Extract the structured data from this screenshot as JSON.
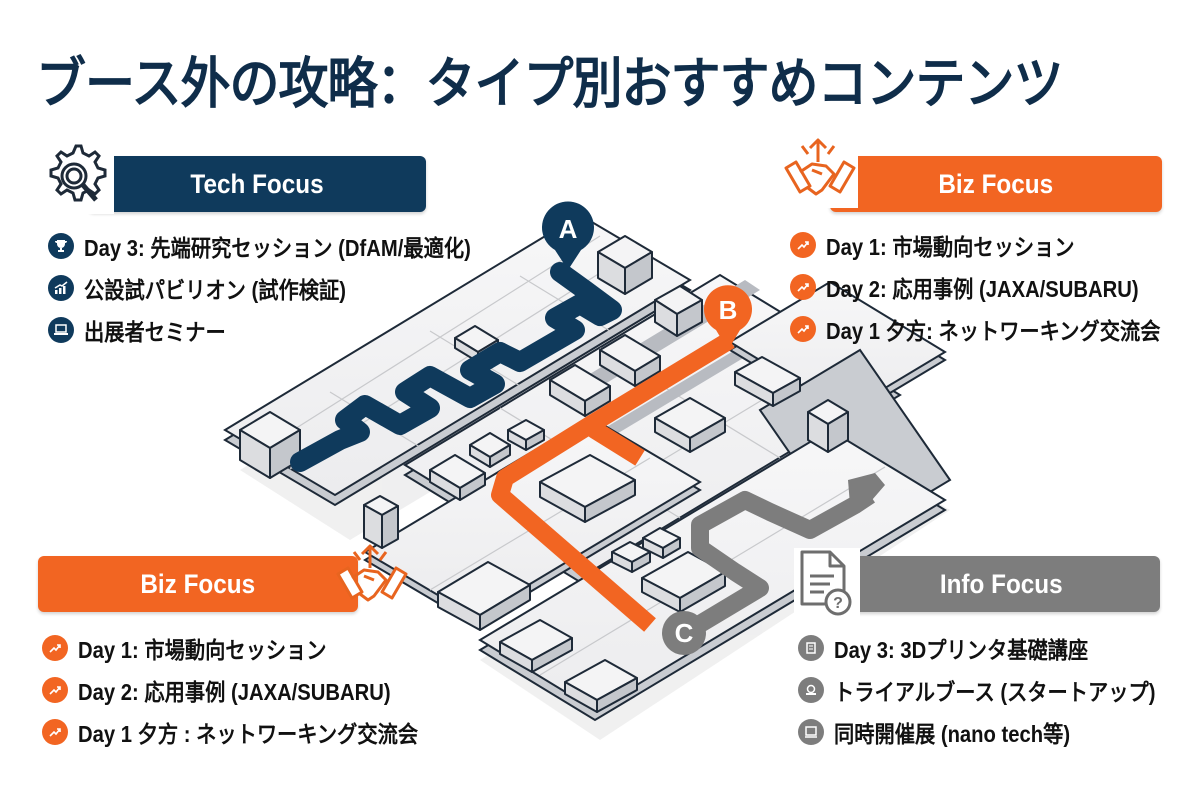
{
  "title": "ブース外の攻略：タイプ別おすすめコンテンツ",
  "colors": {
    "tech": "#0f3a5c",
    "biz": "#f26522",
    "info": "#7d7d7d",
    "title": "#0f2d4a"
  },
  "panels": {
    "tech": {
      "label": "Tech Focus",
      "icon": "gear-magnifier-icon",
      "items": [
        {
          "icon": "trophy-icon",
          "text": "Day 3: 先端研究セッション (DfAM/最適化)"
        },
        {
          "icon": "bar-chart-icon",
          "text": "公設試パビリオン (試作検証)"
        },
        {
          "icon": "laptop-icon",
          "text": "出展者セミナー"
        }
      ]
    },
    "biz_top": {
      "label": "Biz Focus",
      "icon": "handshake-arrow-icon",
      "items": [
        {
          "icon": "trend-up-icon",
          "text": "Day 1: 市場動向セッション"
        },
        {
          "icon": "trend-up-icon",
          "text": "Day 2: 応用事例 (JAXA/SUBARU)"
        },
        {
          "icon": "trend-up-icon",
          "text": "Day 1 夕方: ネットワーキング交流会"
        }
      ]
    },
    "biz_bottom": {
      "label": "Biz Focus",
      "icon": "handshake-arrow-icon",
      "items": [
        {
          "icon": "trend-up-icon",
          "text": "Day 1: 市場動向セッション"
        },
        {
          "icon": "trend-up-icon",
          "text": "Day 2: 応用事例 (JAXA/SUBARU)"
        },
        {
          "icon": "trend-up-icon",
          "text": "Day 1 夕方 : ネットワーキング交流会"
        }
      ]
    },
    "info": {
      "label": "Info Focus",
      "icon": "document-question-icon",
      "items": [
        {
          "icon": "document-icon",
          "text": "Day 3: 3Dプリンタ基礎講座"
        },
        {
          "icon": "printer-icon",
          "text": "トライアルブース (スタートアップ)"
        },
        {
          "icon": "monitor-icon",
          "text": "同時開催展 (nano tech等)"
        }
      ]
    }
  },
  "map": {
    "pins": [
      {
        "id": "A",
        "label": "A",
        "color": "#0f3a5c",
        "route": "tech"
      },
      {
        "id": "B",
        "label": "B",
        "color": "#f26522",
        "route": "biz"
      },
      {
        "id": "C",
        "label": "C",
        "color": "#7d7d7d",
        "route": "info"
      }
    ]
  }
}
